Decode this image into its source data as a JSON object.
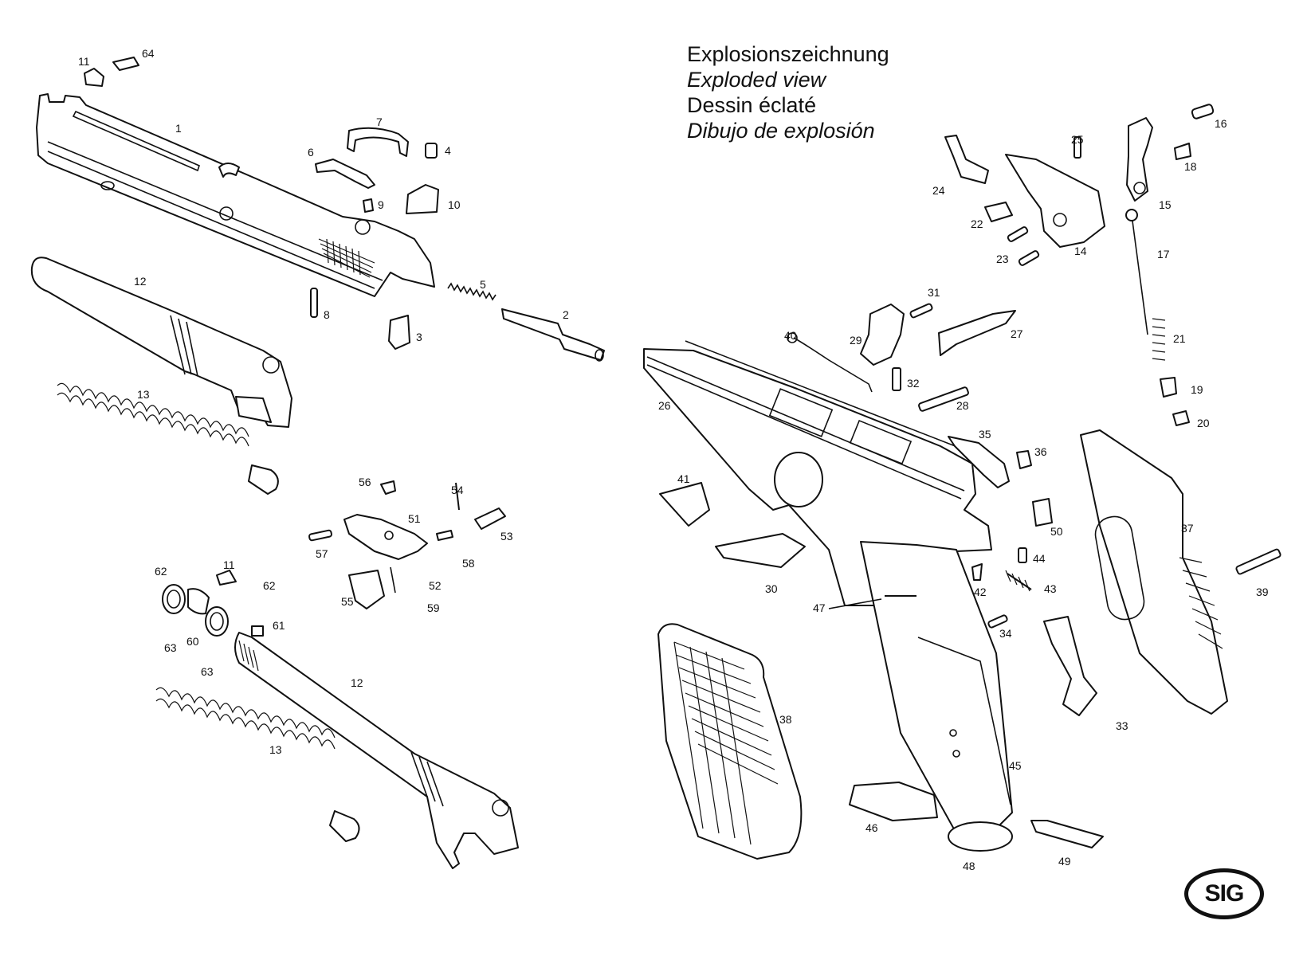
{
  "title": {
    "line1": "Explosionszeichnung",
    "line2": "Exploded view",
    "line3": "Dessin éclaté",
    "line4": "Dibujo de explosión"
  },
  "logo": {
    "text": "SIG"
  },
  "parts": [
    {
      "id": "1",
      "text": "1"
    },
    {
      "id": "2",
      "text": "2"
    },
    {
      "id": "3",
      "text": "3"
    },
    {
      "id": "4",
      "text": "4"
    },
    {
      "id": "5",
      "text": "5"
    },
    {
      "id": "6",
      "text": "6"
    },
    {
      "id": "7",
      "text": "7"
    },
    {
      "id": "8",
      "text": "8"
    },
    {
      "id": "9",
      "text": "9"
    },
    {
      "id": "10",
      "text": "10"
    },
    {
      "id": "11a",
      "text": "11"
    },
    {
      "id": "11b",
      "text": "11"
    },
    {
      "id": "12a",
      "text": "12"
    },
    {
      "id": "12b",
      "text": "12"
    },
    {
      "id": "13a",
      "text": "13"
    },
    {
      "id": "13b",
      "text": "13"
    },
    {
      "id": "14",
      "text": "14"
    },
    {
      "id": "15",
      "text": "15"
    },
    {
      "id": "16",
      "text": "16"
    },
    {
      "id": "17",
      "text": "17"
    },
    {
      "id": "18",
      "text": "18"
    },
    {
      "id": "19",
      "text": "19"
    },
    {
      "id": "20",
      "text": "20"
    },
    {
      "id": "21",
      "text": "21"
    },
    {
      "id": "22",
      "text": "22"
    },
    {
      "id": "23",
      "text": "23"
    },
    {
      "id": "24",
      "text": "24"
    },
    {
      "id": "25",
      "text": "25"
    },
    {
      "id": "26",
      "text": "26"
    },
    {
      "id": "27",
      "text": "27"
    },
    {
      "id": "28",
      "text": "28"
    },
    {
      "id": "29",
      "text": "29"
    },
    {
      "id": "30",
      "text": "30"
    },
    {
      "id": "31",
      "text": "31"
    },
    {
      "id": "32",
      "text": "32"
    },
    {
      "id": "33",
      "text": "33"
    },
    {
      "id": "34",
      "text": "34"
    },
    {
      "id": "35",
      "text": "35"
    },
    {
      "id": "36",
      "text": "36"
    },
    {
      "id": "37",
      "text": "37"
    },
    {
      "id": "38",
      "text": "38"
    },
    {
      "id": "39",
      "text": "39"
    },
    {
      "id": "40",
      "text": "40"
    },
    {
      "id": "41",
      "text": "41"
    },
    {
      "id": "42",
      "text": "42"
    },
    {
      "id": "43",
      "text": "43"
    },
    {
      "id": "44",
      "text": "44"
    },
    {
      "id": "45",
      "text": "45"
    },
    {
      "id": "46",
      "text": "46"
    },
    {
      "id": "47",
      "text": "47"
    },
    {
      "id": "48",
      "text": "48"
    },
    {
      "id": "49",
      "text": "49"
    },
    {
      "id": "50",
      "text": "50"
    },
    {
      "id": "51",
      "text": "51"
    },
    {
      "id": "52",
      "text": "52"
    },
    {
      "id": "53",
      "text": "53"
    },
    {
      "id": "54",
      "text": "54"
    },
    {
      "id": "55",
      "text": "55"
    },
    {
      "id": "56",
      "text": "56"
    },
    {
      "id": "57",
      "text": "57"
    },
    {
      "id": "58",
      "text": "58"
    },
    {
      "id": "59",
      "text": "59"
    },
    {
      "id": "60",
      "text": "60"
    },
    {
      "id": "61",
      "text": "61"
    },
    {
      "id": "62a",
      "text": "62"
    },
    {
      "id": "62b",
      "text": "62"
    },
    {
      "id": "63a",
      "text": "63"
    },
    {
      "id": "63b",
      "text": "63"
    },
    {
      "id": "64",
      "text": "64"
    }
  ]
}
